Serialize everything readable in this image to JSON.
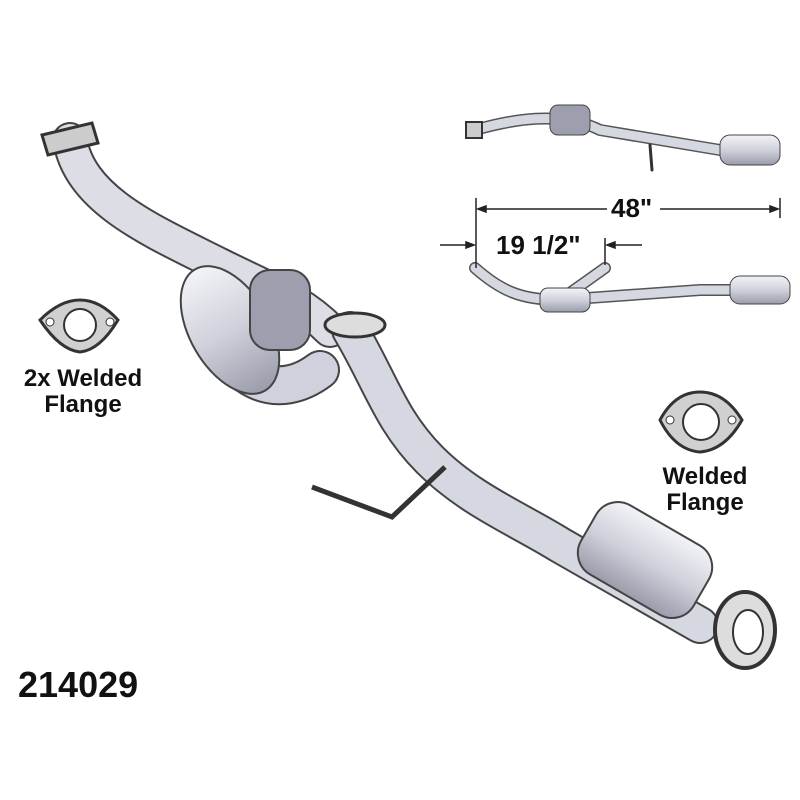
{
  "labels": {
    "left_flange": "2x Welded Flange",
    "left_flange_line1": "2x Welded",
    "left_flange_line2": "Flange",
    "right_flange_line1": "Welded",
    "right_flange_line2": "Flange",
    "part_number": "214029"
  },
  "dimensions": {
    "overall_length": "48\"",
    "inlet_spacing": "19 1/2\""
  },
  "colors": {
    "pipe": "#d9dbe3",
    "outline": "#333333",
    "text": "#111111"
  }
}
